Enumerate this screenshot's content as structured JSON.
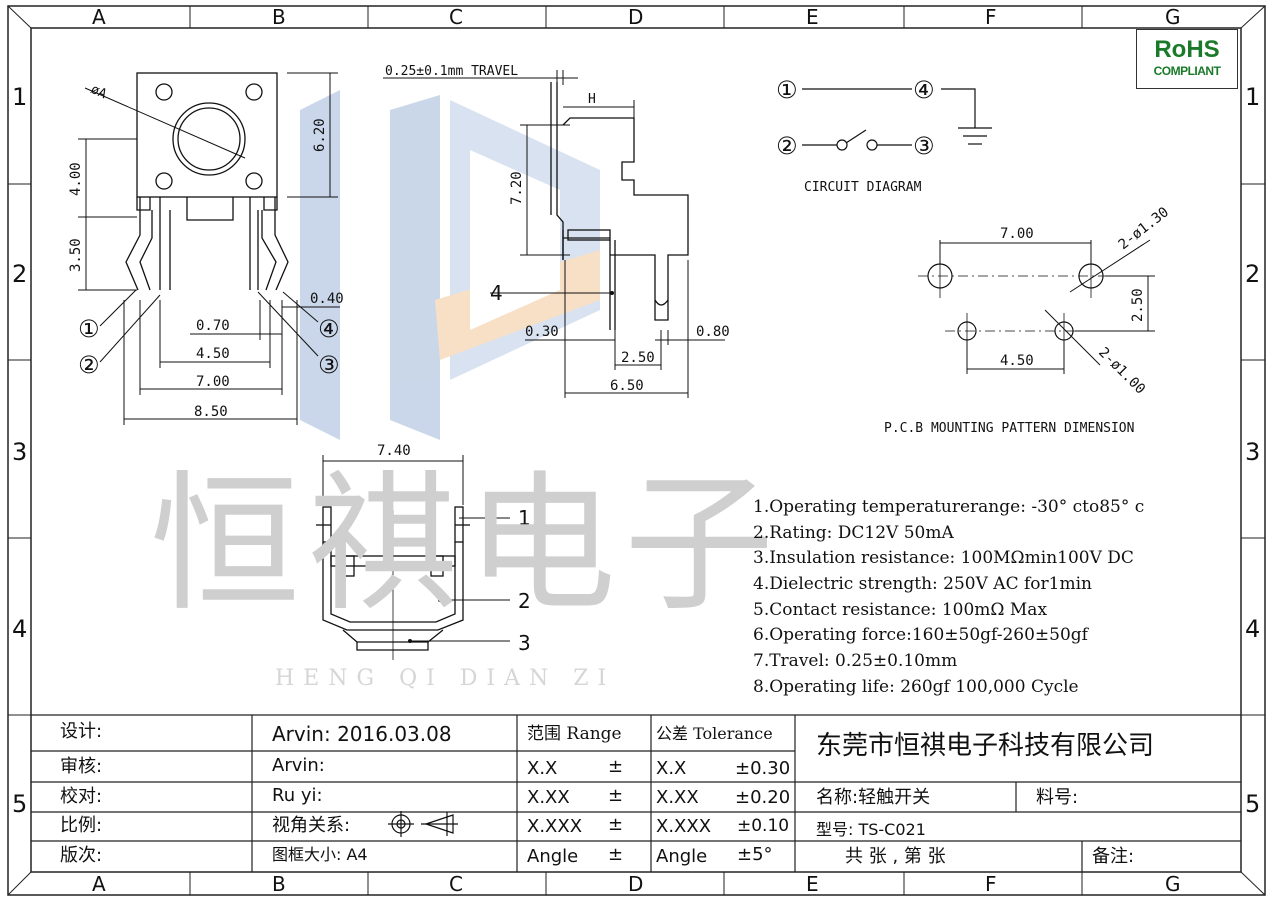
{
  "border": {
    "col_labels": [
      "A",
      "B",
      "C",
      "D",
      "E",
      "F",
      "G"
    ],
    "row_labels": [
      "1",
      "2",
      "3",
      "4",
      "5"
    ]
  },
  "rohs": {
    "title": "RoHS",
    "subtitle": "COMPLIANT"
  },
  "drawing": {
    "travel_label": "0.25±0.1mm TRAVEL",
    "phi_a": "øA",
    "dim_h": "H",
    "dims_front": {
      "d620": "6.20",
      "d400": "4.00",
      "d350": "3.50",
      "d040": "0.40",
      "d070": "0.70",
      "d450": "4.50",
      "d700": "7.00",
      "d850": "8.50"
    },
    "dims_side": {
      "d720": "7.20",
      "d030": "0.30",
      "d250": "2.50",
      "d650": "6.50",
      "d080": "0.80",
      "label4": "4"
    },
    "front_pins": [
      "①",
      "②",
      "③",
      "④"
    ],
    "circuit": {
      "title": "CIRCUIT DIAGRAM",
      "p1": "①",
      "p2": "②",
      "p3": "③",
      "p4": "④"
    },
    "pcb": {
      "title": "P.C.B MOUNTING PATTERN DIMENSION",
      "d700": "7.00",
      "hole_big": "2-ø1.30",
      "d250": "2.50",
      "d450": "4.50",
      "hole_small": "2-ø1.00"
    },
    "bottom": {
      "d740": "7.40",
      "l1": "1",
      "l2": "2",
      "l3": "3"
    }
  },
  "watermark": {
    "cjk": "恒祺电子",
    "latin": "HENG QI DIAN ZI"
  },
  "specs": [
    "1.Operating temperaturerange: -30° cto85° c",
    "2.Rating: DC12V 50mA",
    "3.Insulation resistance: 100MΩmin100V DC",
    "4.Dielectric strength: 250V AC for1min",
    "5.Contact resistance: 100mΩ  Max",
    "6.Operating force:160±50gf-260±50gf",
    "7.Travel: 0.25±0.10mm",
    "8.Operating life: 260gf 100,000 Cycle"
  ],
  "title_block": {
    "labels": [
      "设计:",
      "审核:",
      "校对:",
      "比例:",
      "版次:"
    ],
    "designer": "Arvin:  2016.03.08",
    "reviewer": "Arvin:",
    "checker": "Ru  yi:",
    "view_label": "视角关系:",
    "frame_label": "图框大小:  A4",
    "range_head": "范围 Range",
    "tol_head": "公差 Tolerance",
    "range_rows": [
      [
        "X.X",
        "±"
      ],
      [
        "X.XX",
        "±"
      ],
      [
        "X.XXX",
        "±"
      ],
      [
        "Angle",
        "±"
      ]
    ],
    "tol_rows": [
      [
        "X.X",
        "±0.30"
      ],
      [
        "X.XX",
        "±0.20"
      ],
      [
        "X.XXX",
        "±0.10"
      ],
      [
        "Angle",
        "±5°"
      ]
    ],
    "company": "东莞市恒祺电子科技有限公司",
    "name_label": "名称:轻触开关",
    "material_label": "料号:",
    "model_label": "型号: TS-C021",
    "sheet_label": "共    张 , 第    张",
    "remark_label": "备注:"
  }
}
